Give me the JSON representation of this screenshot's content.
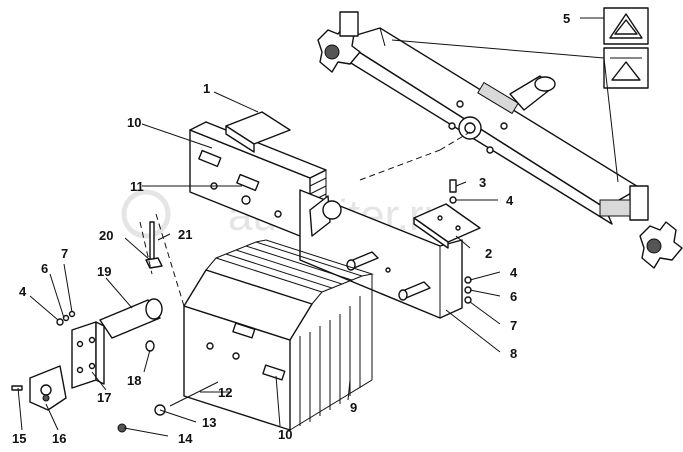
{
  "watermark": "autopiter.ru",
  "labels": {
    "l1": "1",
    "l2": "2",
    "l3": "3",
    "l4a": "4",
    "l4b": "4",
    "l4c": "4",
    "l5": "5",
    "l6a": "6",
    "l6b": "6",
    "l7a": "7",
    "l7b": "7",
    "l8": "8",
    "l9": "9",
    "l10a": "10",
    "l10b": "10",
    "l11": "11",
    "l12": "12",
    "l13": "13",
    "l14": "14",
    "l15": "15",
    "l16": "16",
    "l17": "17",
    "l18": "18",
    "l19": "19",
    "l20": "20",
    "l21": "21"
  }
}
